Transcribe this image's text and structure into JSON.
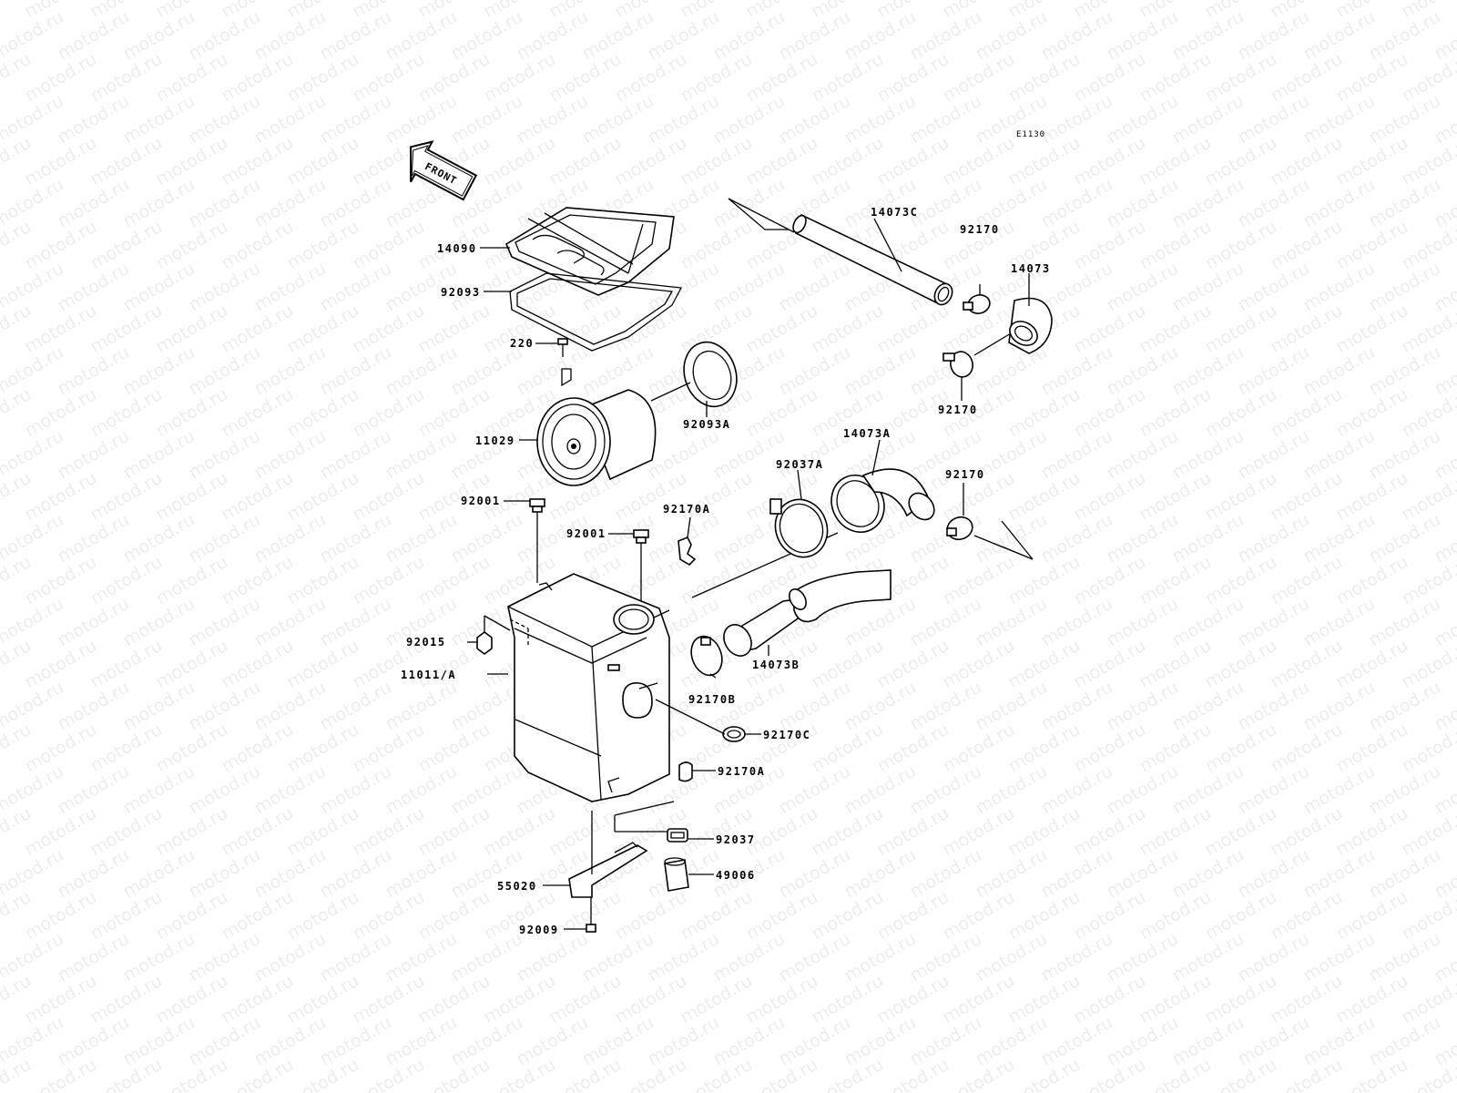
{
  "watermark": "motod.ru",
  "diagram_code": "E1130",
  "front_arrow": "FRONT",
  "part_labels": {
    "p14090": "14090",
    "p92093": "92093",
    "p220": "220",
    "p11029": "11029",
    "p92093a": "92093A",
    "p92001_1": "92001",
    "p92001_2": "92001",
    "p92015": "92015",
    "p11011a": "11011/A",
    "p14073c": "14073C",
    "p92170_1": "92170",
    "p14073": "14073",
    "p92170_2": "92170",
    "p14073a": "14073A",
    "p92037a": "92037A",
    "p92170_3": "92170",
    "p92170a_1": "92170A",
    "p14073b": "14073B",
    "p92170b": "92170B",
    "p92170c": "92170C",
    "p92170a_2": "92170A",
    "p92037": "92037",
    "p49006": "49006",
    "p55020": "55020",
    "p92009": "92009"
  }
}
